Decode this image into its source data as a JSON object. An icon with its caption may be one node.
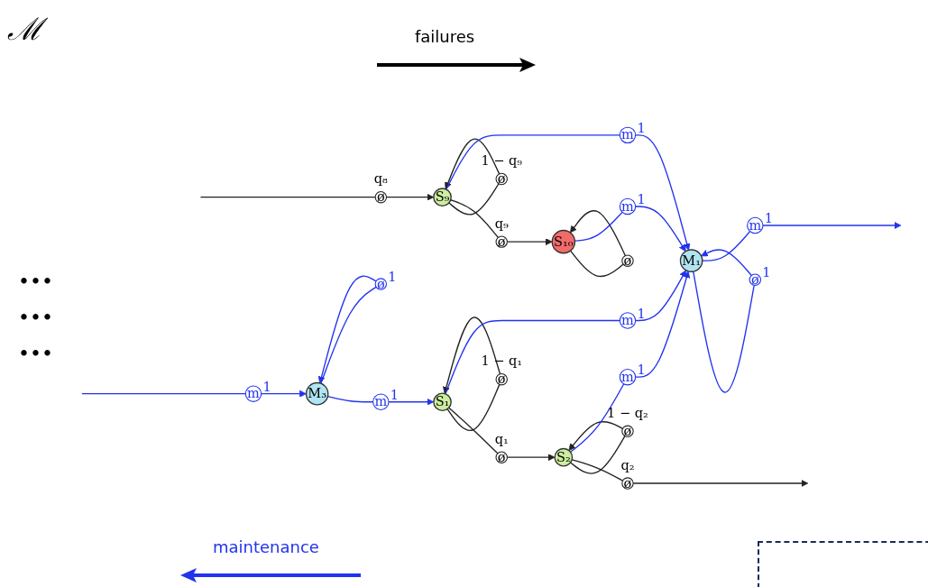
{
  "diagram": {
    "nodes": [
      {
        "text": [
          "S₁"
        ]
      },
      {
        "text": [
          "ø"
        ],
        "beside": [
          "1 − q₁"
        ]
      },
      {
        "text": [
          "ø"
        ],
        "beside": [
          "q₁"
        ]
      },
      {
        "text": [
          "S₂"
        ]
      },
      {
        "text": [
          "ø"
        ],
        "beside": [
          "1 − q₂"
        ]
      },
      {
        "text": [
          "ø"
        ],
        "beside": [
          "q₂"
        ]
      },
      {
        "text": [
          "ø"
        ],
        "beside": [
          "q₈"
        ]
      },
      {
        "text": [
          "ø"
        ],
        "beside": [
          "1 − q₉"
        ]
      },
      {
        "text": [
          "ø"
        ],
        "beside": [
          "q₉"
        ]
      },
      {
        "text": [
          "S₉"
        ]
      },
      {
        "text": [
          "S₁₀"
        ]
      },
      {
        "text": [
          "ø"
        ]
      },
      {
        "text": [
          "m"
        ],
        "beside": [
          "1"
        ]
      },
      {
        "text": [
          "m"
        ],
        "beside": [
          "1"
        ]
      },
      {
        "text": [
          "m"
        ],
        "beside": [
          "1"
        ]
      },
      {
        "text": [
          "m"
        ],
        "beside": [
          "1"
        ]
      },
      {
        "text": [
          "m"
        ],
        "beside": [
          "1"
        ]
      },
      {
        "text": [
          "M₃"
        ]
      },
      {
        "text": [
          "M₁"
        ]
      },
      {
        "text": [
          "ø"
        ],
        "beside": [
          "1"
        ]
      },
      {
        "text": [
          "ø"
        ],
        "beside": [
          "1"
        ]
      },
      {
        "text": [
          "m"
        ],
        "beside": [
          "1"
        ]
      },
      {
        "text": [
          "m"
        ],
        "beside": [
          "1"
        ]
      }
    ],
    "edges": [
      {
        "from": 0,
        "to": 1,
        "arrow": "none",
        "color": "#222222"
      },
      {
        "from": 1,
        "to": 0,
        "arrow": "to",
        "color": "#222222"
      },
      {
        "from": 0,
        "to": 2,
        "arrow": "none",
        "color": "#222222"
      },
      {
        "from": 2,
        "to": 3,
        "arrow": "to",
        "color": "#222222"
      },
      {
        "from": 3,
        "to": 4,
        "arrow": "none",
        "color": "#222222"
      },
      {
        "from": 4,
        "to": 3,
        "arrow": "to",
        "color": "#222222"
      },
      {
        "from": 3,
        "to": 5,
        "arrow": "none",
        "color": "#222222"
      },
      {
        "from": 5,
        "to": null,
        "arrow": "to",
        "color": "#222222"
      },
      {
        "from": null,
        "to": 6,
        "arrow": "none",
        "color": "#222222"
      },
      {
        "from": 6,
        "to": 9,
        "arrow": "to",
        "color": "#222222"
      },
      {
        "from": 9,
        "to": 7,
        "arrow": "none",
        "color": "#222222"
      },
      {
        "from": 7,
        "to": 9,
        "arrow": "to",
        "color": "#222222"
      },
      {
        "from": 9,
        "to": 8,
        "arrow": "none",
        "color": "#222222"
      },
      {
        "from": 8,
        "to": 10,
        "arrow": "to",
        "color": "#222222"
      },
      {
        "from": 10,
        "to": 11,
        "arrow": "none",
        "color": "#222222"
      },
      {
        "from": 11,
        "to": 10,
        "arrow": "to",
        "color": "#222222"
      },
      {
        "from": 17,
        "to": 12,
        "arrow": "none"
      },
      {
        "from": 12,
        "to": 0,
        "arrow": "to"
      },
      {
        "from": 0,
        "to": 13,
        "arrow": "none"
      },
      {
        "from": 13,
        "to": 18,
        "arrow": "to"
      },
      {
        "from": 3,
        "to": 14,
        "arrow": "none"
      },
      {
        "from": 14,
        "to": 18,
        "arrow": "to"
      },
      {
        "from": 9,
        "to": 15,
        "arrow": "none"
      },
      {
        "from": 15,
        "to": 18,
        "arrow": "to"
      },
      {
        "from": 10,
        "to": 16,
        "arrow": "none"
      },
      {
        "from": 16,
        "to": 18,
        "arrow": "to"
      },
      {
        "from": 18,
        "to": 19,
        "arrow": "none"
      },
      {
        "from": 19,
        "to": 18,
        "arrow": "to"
      },
      {
        "from": 17,
        "to": 20,
        "arrow": "none"
      },
      {
        "from": 20,
        "to": 17,
        "arrow": "to"
      },
      {
        "from": null,
        "to": 21,
        "arrow": "none"
      },
      {
        "from": 21,
        "to": 17,
        "arrow": "to"
      },
      {
        "from": 18,
        "to": 22,
        "arrow": "none"
      },
      {
        "from": 22,
        "to": null,
        "arrow": "to"
      }
    ],
    "labels": [
      "ℳ",
      "failures",
      "•••",
      "•••",
      "•••",
      "maintenance"
    ]
  }
}
